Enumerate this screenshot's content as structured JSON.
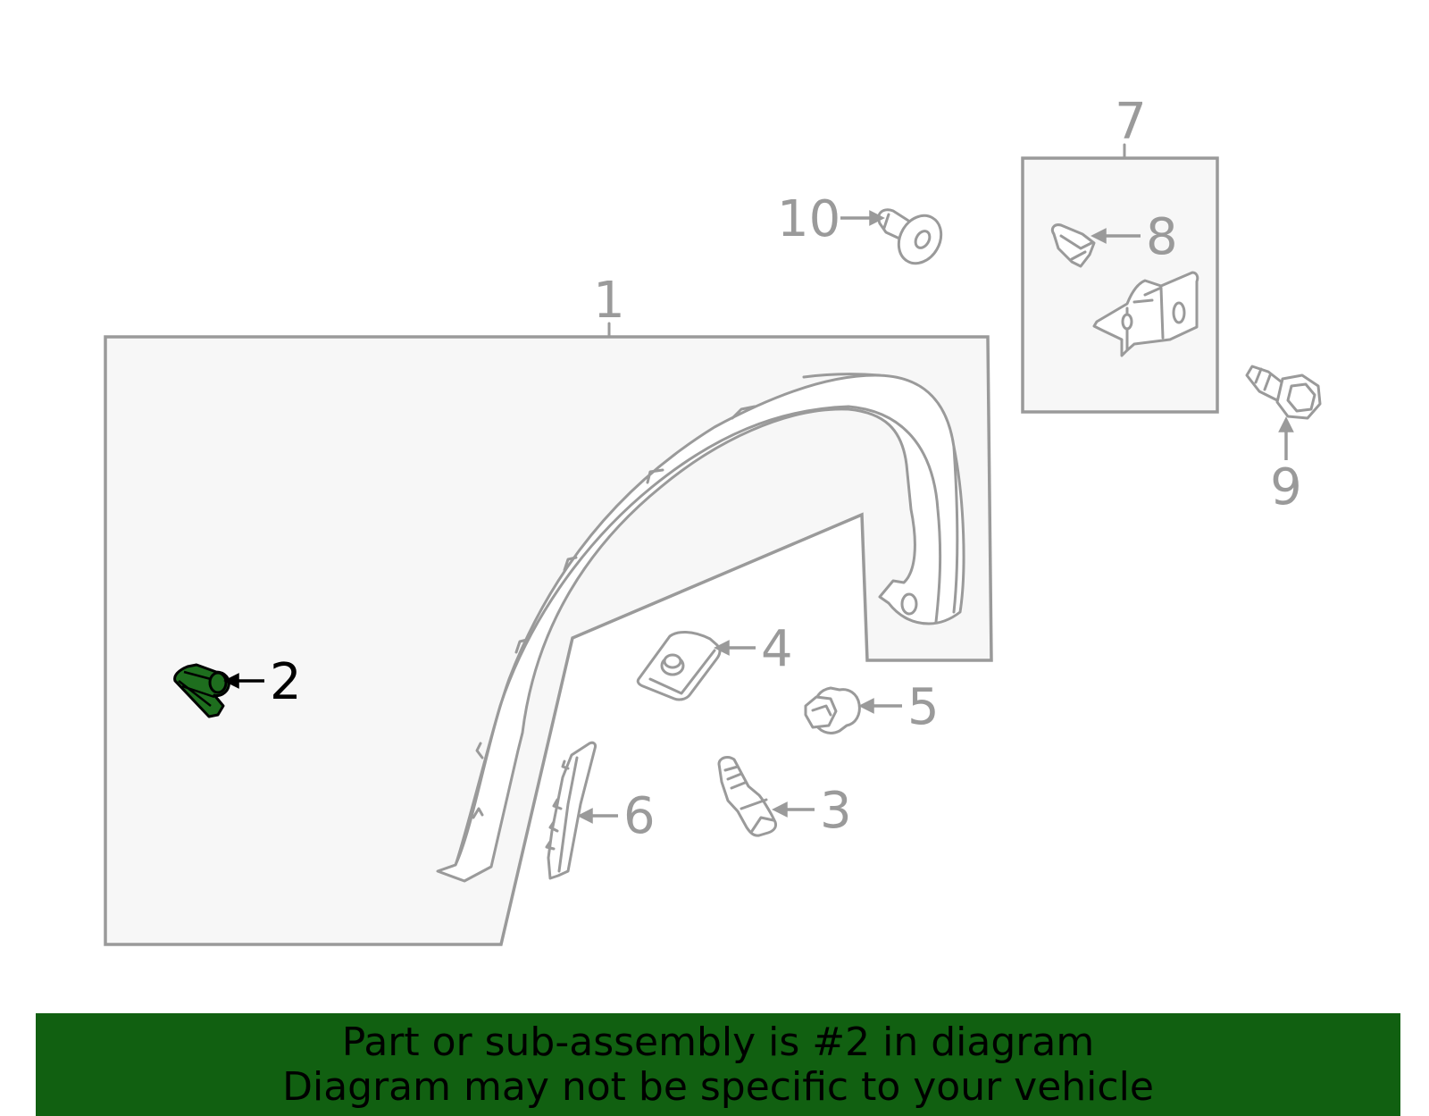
{
  "diagram": {
    "callouts": [
      {
        "id": "1",
        "label": "1"
      },
      {
        "id": "2",
        "label": "2"
      },
      {
        "id": "3",
        "label": "3"
      },
      {
        "id": "4",
        "label": "4"
      },
      {
        "id": "5",
        "label": "5"
      },
      {
        "id": "6",
        "label": "6"
      },
      {
        "id": "7",
        "label": "7"
      },
      {
        "id": "8",
        "label": "8"
      },
      {
        "id": "9",
        "label": "9"
      },
      {
        "id": "10",
        "label": "10"
      }
    ],
    "highlighted_part": "2"
  },
  "banner": {
    "line1": "Part or sub-assembly is #2 in diagram",
    "line2": "Diagram may not be specific to your vehicle"
  },
  "colors": {
    "line": "#9a9a9a",
    "highlight": "#1e6e1e",
    "banner": "#116011",
    "box_fill": "#f7f7f7"
  }
}
